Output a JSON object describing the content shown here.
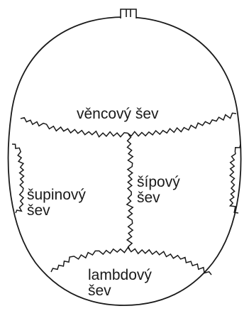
{
  "labels": {
    "coronal": "věncový šev",
    "sagittal": [
      "šípový",
      "šev"
    ],
    "squamous": [
      "šupinový",
      "šev"
    ],
    "lambdoid": [
      "lambdový",
      "šev"
    ]
  },
  "colors": {
    "stroke": "#1a1a1a",
    "fill": "#ffffff",
    "text": "#1a1a1a"
  }
}
